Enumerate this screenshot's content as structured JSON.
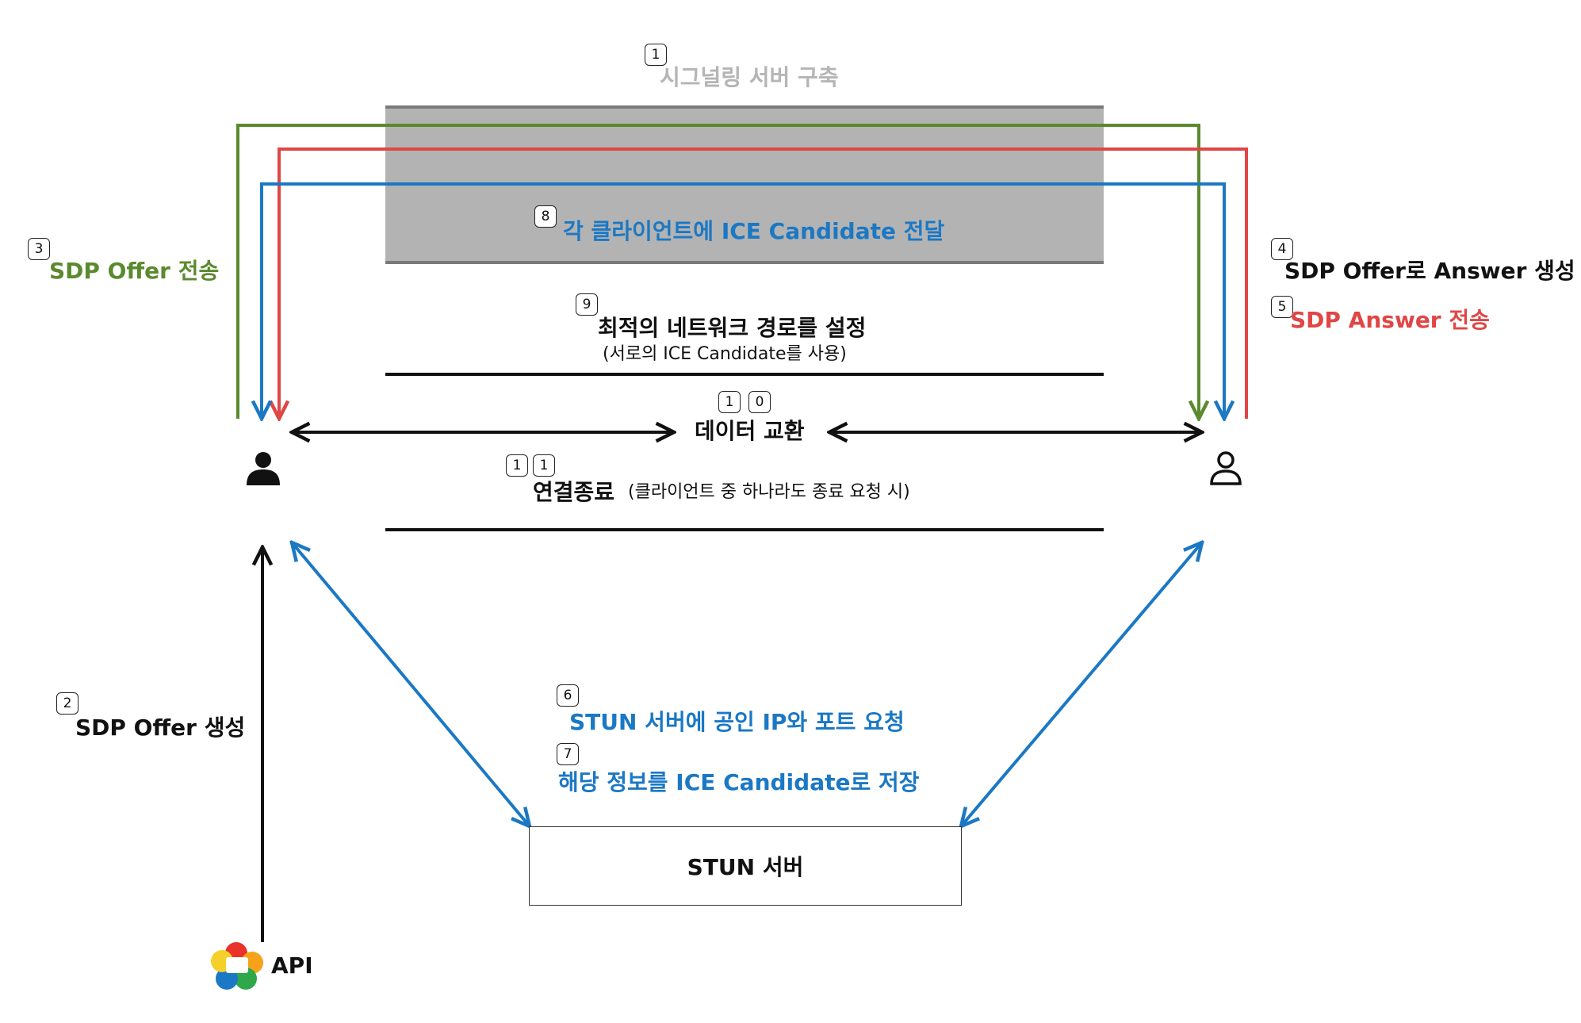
{
  "steps": {
    "s1": {
      "num": [
        "1"
      ],
      "text": "시그널링 서버 구축"
    },
    "s2": {
      "num": [
        "2"
      ],
      "text": "SDP Offer 생성"
    },
    "s3": {
      "num": [
        "3"
      ],
      "text": "SDP Offer 전송"
    },
    "s4": {
      "num": [
        "4"
      ],
      "text": "SDP Offer로 Answer 생성"
    },
    "s5": {
      "num": [
        "5"
      ],
      "text": "SDP Answer 전송"
    },
    "s6": {
      "num": [
        "6"
      ],
      "text": "STUN 서버에 공인 IP와 포트 요청"
    },
    "s7": {
      "num": [
        "7"
      ],
      "text": "해당 정보를 ICE Candidate로 저장"
    },
    "s8": {
      "num": [
        "8"
      ],
      "text": "각 클라이언트에 ICE Candidate 전달"
    },
    "s9": {
      "num": [
        "9"
      ],
      "text": "최적의 네트워크 경로를 설정",
      "sub": "(서로의 ICE Candidate를 사용)"
    },
    "s10": {
      "num": [
        "1",
        "0"
      ],
      "text": "데이터 교환"
    },
    "s11": {
      "num": [
        "1",
        "1"
      ],
      "text": "연결종료",
      "sub": "(클라이언트 중 하나라도 종료 요청 시)"
    }
  },
  "stun_box": {
    "label": "STUN 서버"
  },
  "api": {
    "label": "API",
    "logo_icon": "webrtc-logo-icon"
  },
  "clients": {
    "left_icon": "user-filled-icon",
    "right_icon": "user-outline-icon"
  },
  "colors": {
    "offer": "#5b8a2e",
    "answer": "#e04646",
    "ice": "#1b78c4",
    "signaling_band": "#b3b3b3",
    "text": "#111111"
  }
}
